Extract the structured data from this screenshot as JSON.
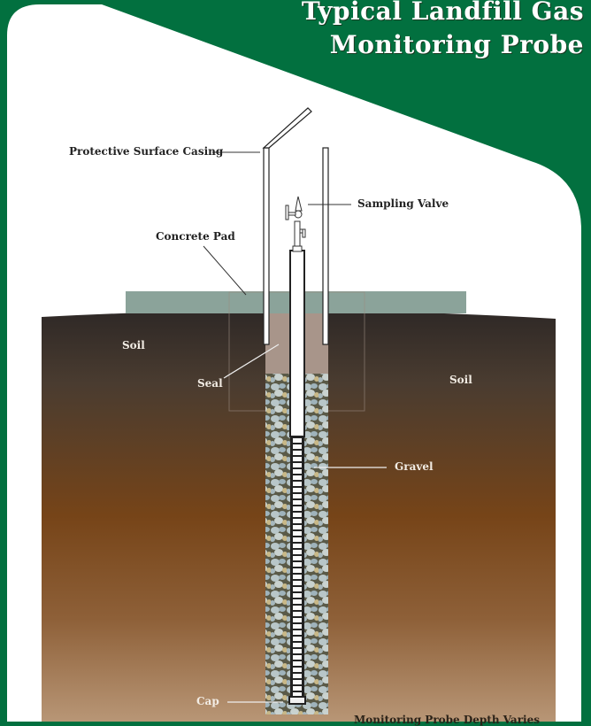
{
  "title": {
    "line1": "Typical Landfill Gas",
    "line2": "Monitoring Probe"
  },
  "labels": {
    "protective_casing": "Protective Surface Casing",
    "sampling_valve": "Sampling Valve",
    "concrete_pad": "Concrete Pad",
    "soil_left": "Soil",
    "soil_right": "Soil",
    "seal": "Seal",
    "gravel": "Gravel",
    "cap": "Cap"
  },
  "caption": "Monitoring Probe Depth Varies",
  "colors": {
    "brand_green": "#02703F",
    "background": "#FFFFFF",
    "concrete": "#8BA39A",
    "seal": "#A8958A",
    "soil_top": "#2E2826",
    "soil_mid": "#7A4A1C",
    "soil_bottom": "#B89676"
  }
}
